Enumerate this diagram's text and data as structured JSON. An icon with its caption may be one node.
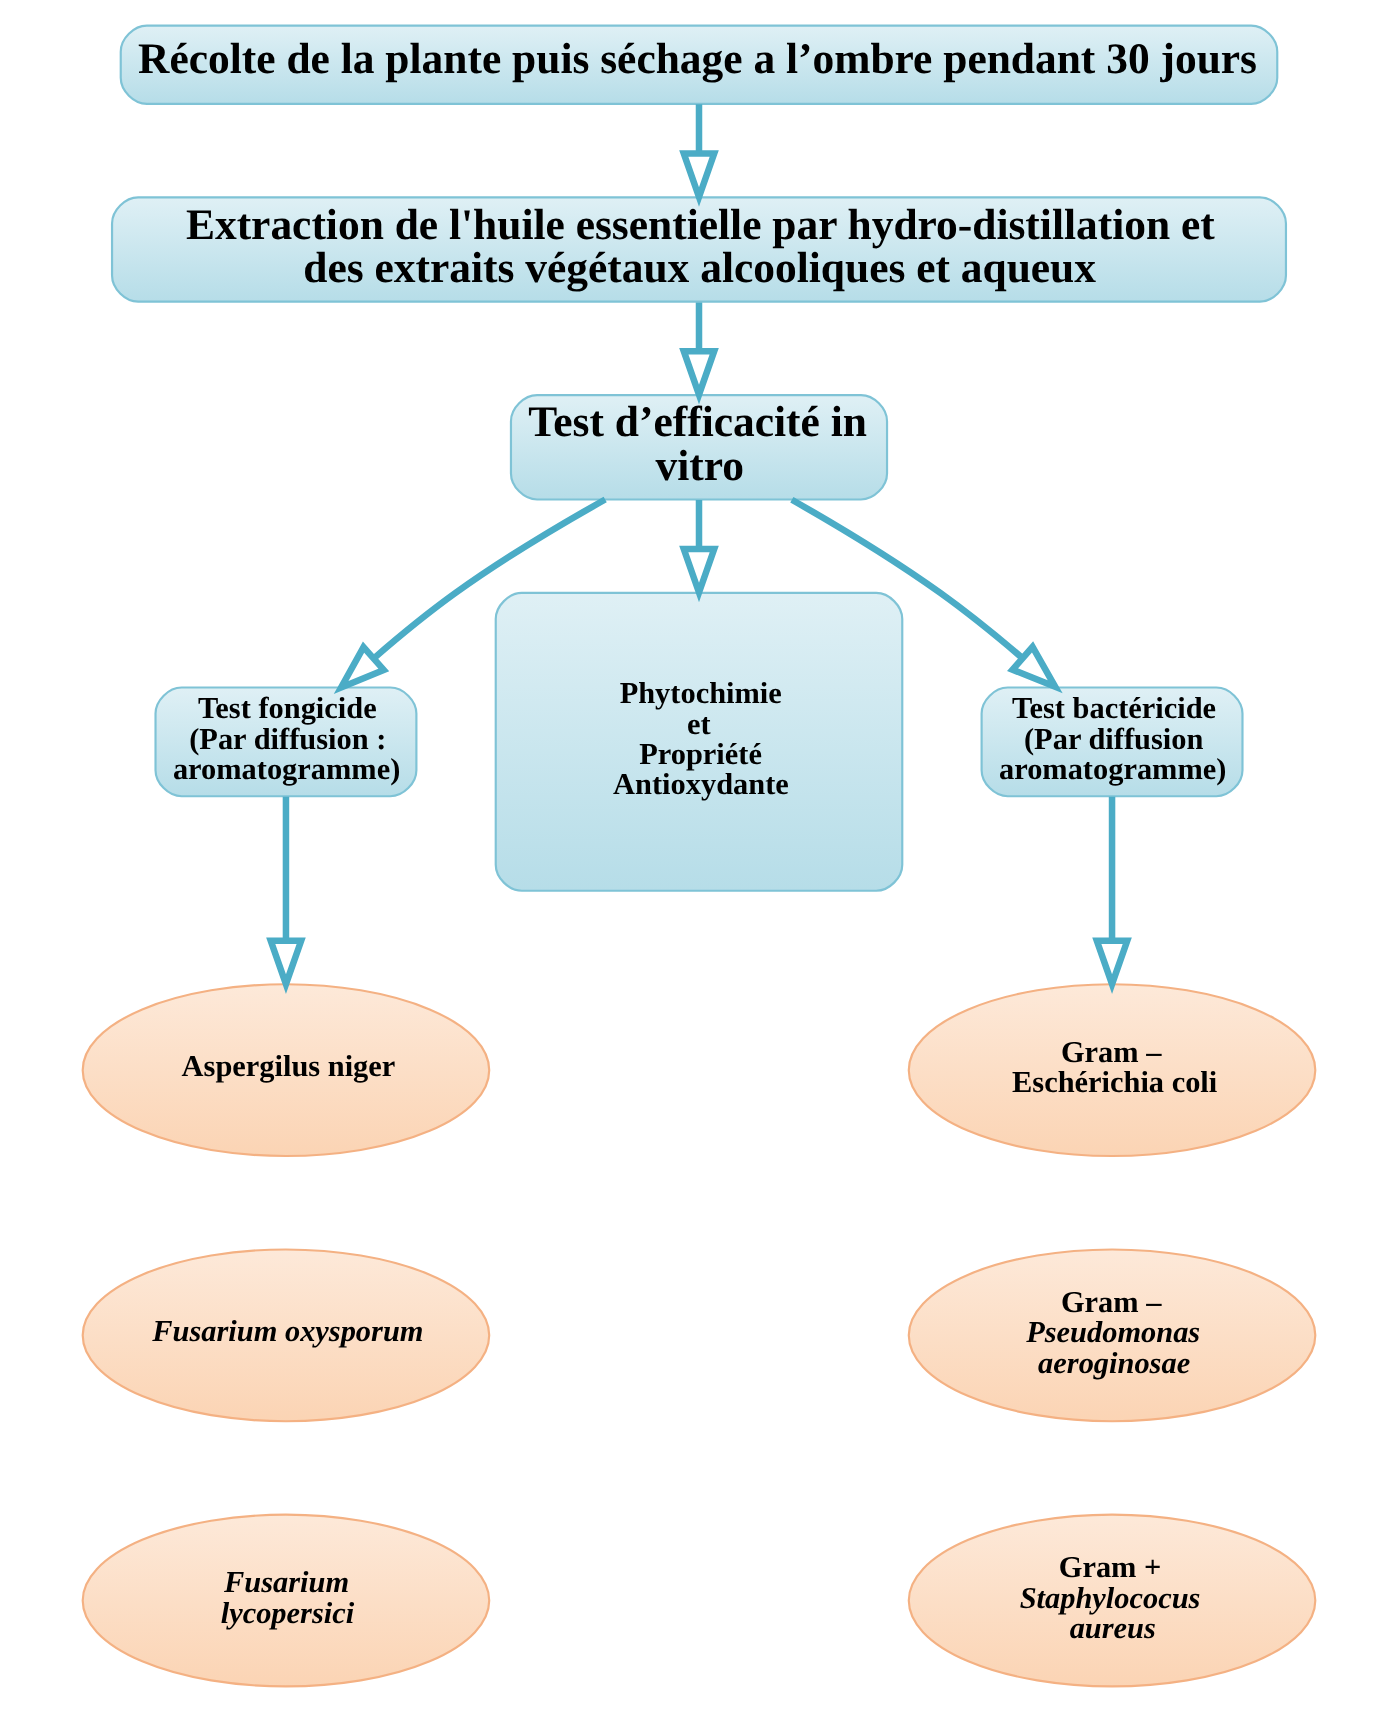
{
  "diagram": {
    "nodes": [
      {
        "text": [
          "Récolte de la plante puis séchage a l’ombre pendant 30 jours"
        ]
      },
      {
        "text": [
          "Extraction de l'huile essentielle par hydro-distillation et des extraits végétaux alcooliques et aqueux"
        ]
      },
      {
        "text": [
          "Test d’efficacité in vitro"
        ]
      },
      {
        "text": [
          "Test fongicide",
          "(Par diffusion : aromatogramme)"
        ]
      },
      {
        "text": [
          "Phytochimie",
          "et",
          "Propriété Antioxydante"
        ]
      },
      {
        "text": [
          "Test bactéricide",
          "(Par diffusion aromatogramme)"
        ]
      },
      {
        "text": [
          "Aspergilus niger"
        ]
      },
      {
        "text": [
          "*Fusarium oxysporum*"
        ]
      },
      {
        "text": [
          "*Fusarium lycopersici*"
        ]
      },
      {
        "text": [
          "Gram –",
          "Eschérichia coli"
        ]
      },
      {
        "text": [
          "Gram –",
          "*Pseudomonas aeroginosae*"
        ]
      },
      {
        "text": [
          "Gram +",
          "*Staphylococus  aureus*"
        ]
      }
    ],
    "edges": [
      {
        "from": 0,
        "to": 1,
        "arrow": "to"
      },
      {
        "from": 1,
        "to": 2,
        "arrow": "to"
      },
      {
        "from": 2,
        "to": 3,
        "arrow": "to"
      },
      {
        "from": 2,
        "to": 4,
        "arrow": "to"
      },
      {
        "from": 2,
        "to": 5,
        "arrow": "to"
      },
      {
        "from": 3,
        "to": 6,
        "arrow": "to"
      },
      {
        "from": 5,
        "to": 9,
        "arrow": "to"
      }
    ]
  }
}
